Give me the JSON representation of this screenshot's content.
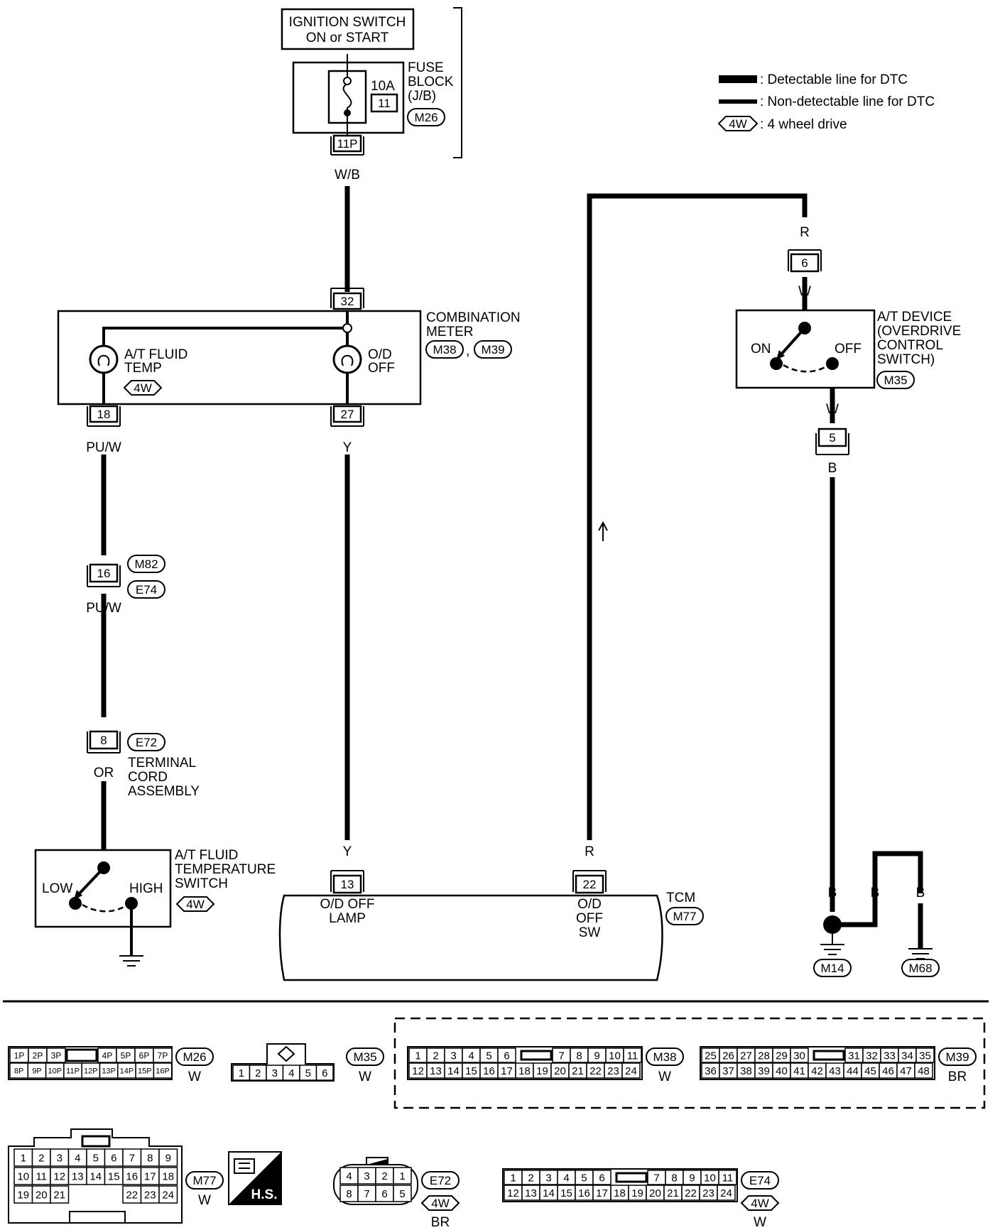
{
  "legend": {
    "detectable": ": Detectable line for DTC",
    "nondetectable": ": Non-detectable line for DTC",
    "four_wd_symbol": "4W",
    "four_wd_text": ": 4 wheel drive"
  },
  "ignition": {
    "line1": "IGNITION SWITCH",
    "line2": "ON or START"
  },
  "fuse": {
    "amp": "10A",
    "num": "11",
    "label1": "FUSE",
    "label2": "BLOCK",
    "label3": "(J/B)",
    "connector": "M26",
    "terminal": "11P"
  },
  "meter": {
    "label1": "COMBINATION",
    "label2": "METER",
    "conn_a": "M38",
    "conn_b": "M39",
    "lamp1_l1": "A/T FLUID",
    "lamp1_l2": "TEMP",
    "lamp1_tag": "4W",
    "lamp2_l1": "O/D",
    "lamp2_l2": "OFF",
    "term_in": "32",
    "term_a": "18",
    "term_b": "27"
  },
  "wires": {
    "wb": "W/B",
    "puw1": "PU/W",
    "puw2": "PU/W",
    "or": "OR",
    "y1": "Y",
    "y2": "Y",
    "r1": "R",
    "r2": "R",
    "w1": "W",
    "w2": "W",
    "b1": "B",
    "b2": "B",
    "b3": "B",
    "b4": "B"
  },
  "joints": {
    "j16": "16",
    "j16_c1": "M82",
    "j16_c2": "E74",
    "j8": "8",
    "j8_c": "E72",
    "j8_l1": "TERMINAL",
    "j8_l2": "CORD",
    "j8_l3": "ASSEMBLY",
    "j6": "6",
    "j5": "5"
  },
  "temp_switch": {
    "l1": "A/T FLUID",
    "l2": "TEMPERATURE",
    "l3": "SWITCH",
    "tag": "4W",
    "low": "LOW",
    "high": "HIGH"
  },
  "od_switch": {
    "l1": "A/T DEVICE",
    "l2": "(OVERDRIVE",
    "l3": "CONTROL",
    "l4": "SWITCH)",
    "connector": "M35",
    "on": "ON",
    "off": "OFF"
  },
  "tcm": {
    "label": "TCM",
    "connector": "M77",
    "t13": "13",
    "t13_l1": "O/D OFF",
    "t13_l2": "LAMP",
    "t22": "22",
    "t22_l1": "O/D",
    "t22_l2": "OFF",
    "t22_l3": "SW"
  },
  "grounds": {
    "g1": "M14",
    "g2": "M68"
  },
  "connectors": {
    "m26": {
      "name": "M26",
      "color": "W",
      "row1a": [
        "1P",
        "2P",
        "3P"
      ],
      "row1b": [
        "4P",
        "5P",
        "6P",
        "7P"
      ],
      "row2": [
        "8P",
        "9P",
        "10P",
        "11P",
        "12P",
        "13P",
        "14P",
        "15P",
        "16P"
      ]
    },
    "m35": {
      "name": "M35",
      "color": "W",
      "pins": [
        "1",
        "2",
        "3",
        "4",
        "5",
        "6"
      ]
    },
    "m38": {
      "name": "M38",
      "color": "W",
      "row1a": [
        "1",
        "2",
        "3",
        "4",
        "5",
        "6"
      ],
      "row1b": [
        "7",
        "8",
        "9",
        "10",
        "11"
      ],
      "row2": [
        "12",
        "13",
        "14",
        "15",
        "16",
        "17",
        "18",
        "19",
        "20",
        "21",
        "22",
        "23",
        "24"
      ]
    },
    "m39": {
      "name": "M39",
      "color": "BR",
      "row1a": [
        "25",
        "26",
        "27",
        "28",
        "29",
        "30"
      ],
      "row1b": [
        "31",
        "32",
        "33",
        "34",
        "35"
      ],
      "row2": [
        "36",
        "37",
        "38",
        "39",
        "40",
        "41",
        "42",
        "43",
        "44",
        "45",
        "46",
        "47",
        "48"
      ]
    },
    "m77": {
      "name": "M77",
      "color": "W",
      "row1": [
        "1",
        "2",
        "3",
        "4",
        "5",
        "6",
        "7",
        "8",
        "9"
      ],
      "row2": [
        "10",
        "11",
        "12",
        "13",
        "14",
        "15",
        "16",
        "17",
        "18"
      ],
      "row3a": [
        "19",
        "20",
        "21"
      ],
      "row3b": [
        "22",
        "23",
        "24"
      ],
      "hs": "H.S."
    },
    "e72": {
      "name": "E72",
      "color": "BR",
      "tag": "4W",
      "row1": [
        "4",
        "3",
        "2",
        "1"
      ],
      "row2": [
        "8",
        "7",
        "6",
        "5"
      ]
    },
    "e74": {
      "name": "E74",
      "color": "W",
      "tag": "4W",
      "row1a": [
        "1",
        "2",
        "3",
        "4",
        "5",
        "6"
      ],
      "row1b": [
        "7",
        "8",
        "9",
        "10",
        "11"
      ],
      "row2": [
        "12",
        "13",
        "14",
        "15",
        "16",
        "17",
        "18",
        "19",
        "20",
        "21",
        "22",
        "23",
        "24"
      ]
    }
  }
}
